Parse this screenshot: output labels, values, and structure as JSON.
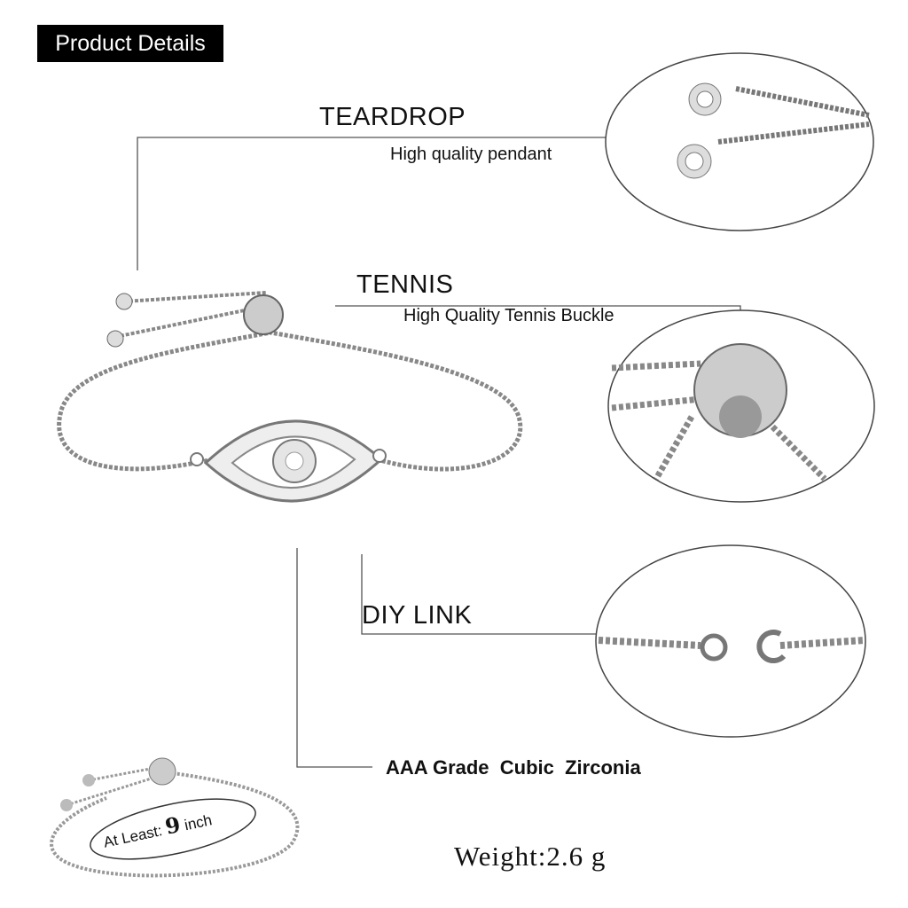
{
  "header": {
    "title": "Product Details"
  },
  "features": [
    {
      "title": "TEARDROP",
      "subtitle": "High quality pendant"
    },
    {
      "title": "TENNIS",
      "subtitle": "High Quality Tennis Buckle"
    },
    {
      "title": "DIY LINK"
    },
    {
      "title": "AAA Grade  Cubic  Zirconia"
    }
  ],
  "size_label": {
    "prefix": "At Least:",
    "number": "9",
    "unit": "inch"
  },
  "weight": "Weight:2.6 g"
}
